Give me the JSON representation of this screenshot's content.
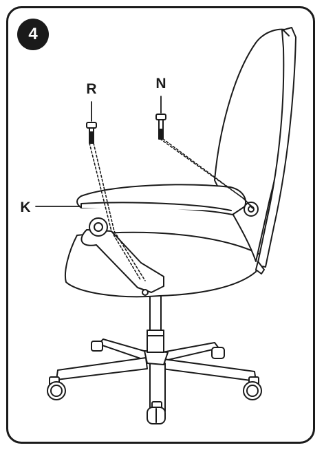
{
  "step": {
    "number": "4"
  },
  "labels": {
    "screw_r": "R",
    "screw_n": "N",
    "armrest_k": "K"
  },
  "colors": {
    "line": "#1a1a1a",
    "fill": "#ffffff",
    "badge": "#1a1a1a",
    "badge_text": "#ffffff"
  }
}
